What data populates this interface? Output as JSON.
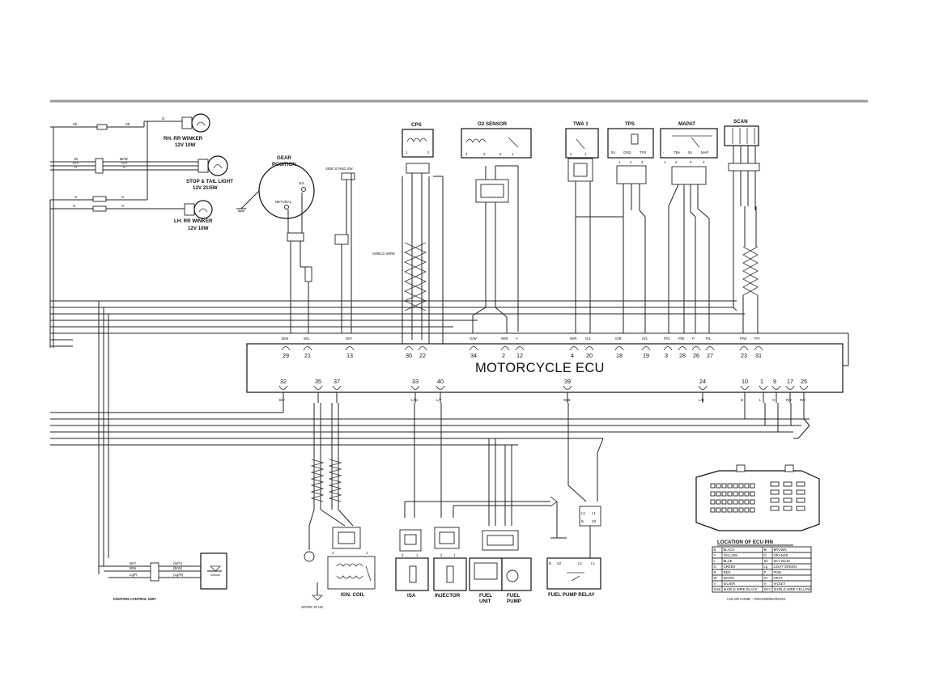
{
  "diagram": {
    "ecu_title": "MOTORCYCLE ECU",
    "winkers": {
      "rh_title": "RH. RR WINKER",
      "rh_rating": "12V 10W",
      "stop_title": "STOP & TAIL LIGHT",
      "stop_rating": "12V 21/5W",
      "lh_title": "LH. RR WINKER",
      "lh_rating": "12V 10W"
    },
    "gear": {
      "title_line1": "GEAR",
      "title_line2": "POSITION",
      "third": "3rd",
      "neutral": "NETURAL"
    },
    "side_stand": "SIDE STAND SW.",
    "cps": "CPS",
    "o2": "O2 SENSOR",
    "twa": "TWA 1",
    "tps": {
      "title": "TPS",
      "labels": [
        "5V",
        "GND",
        "TPS"
      ],
      "pins": [
        "1",
        "2",
        "3"
      ]
    },
    "mapat": {
      "title": "MAPAT",
      "labels": [
        "-",
        "TBA",
        "5V",
        "MAP"
      ],
      "pins": [
        "1",
        "2",
        "3",
        "4"
      ]
    },
    "scan": "SCAN",
    "shield_wire": "SHIELD WIRE",
    "top_pins": [
      {
        "n": "29",
        "wire": "B/W"
      },
      {
        "n": "21",
        "wire": "W/L"
      },
      {
        "n": "13",
        "wire": "W/Y"
      },
      {
        "n": "30",
        "wire": ""
      },
      {
        "n": "22",
        "wire": ""
      },
      {
        "n": "34",
        "wire": "G/W"
      },
      {
        "n": "2",
        "wire": "W/B"
      },
      {
        "n": "12",
        "wire": "Y"
      },
      {
        "n": "4",
        "wire": "W/R"
      },
      {
        "n": "20",
        "wire": "G/L"
      },
      {
        "n": "18",
        "wire": "G/B"
      },
      {
        "n": "19",
        "wire": "G/L"
      },
      {
        "n": "3",
        "wire": "P/G"
      },
      {
        "n": "28",
        "wire": "P/B"
      },
      {
        "n": "26",
        "wire": "P"
      },
      {
        "n": "27",
        "wire": "P/L"
      },
      {
        "n": "23",
        "wire": "P/W"
      },
      {
        "n": "31",
        "wire": "P/Y"
      }
    ],
    "bottom_pins": [
      {
        "n": "32",
        "wire": "B/Y"
      },
      {
        "n": "35",
        "wire": ""
      },
      {
        "n": "37",
        "wire": ""
      },
      {
        "n": "33",
        "wire": "L/Gr"
      },
      {
        "n": "40",
        "wire": "L/Y"
      },
      {
        "n": "39",
        "wire": "W/B"
      },
      {
        "n": "24",
        "wire": "L/B"
      },
      {
        "n": "10",
        "wire": "B"
      },
      {
        "n": "1",
        "wire": "L"
      },
      {
        "n": "9",
        "wire": "G"
      },
      {
        "n": "17",
        "wire": "R/Y"
      },
      {
        "n": "25",
        "wire": "R/Y"
      }
    ],
    "ignition_unit": "IGNITION CONTROL UNIT",
    "ign_coil": "IGN. COIL",
    "spark_plug": "SPARK PLUG",
    "isa": "ISA",
    "injector": "INJECTOR",
    "fuel_unit_1": "FUEL",
    "fuel_unit_2": "UNIT",
    "fuel_pump_1": "FUEL",
    "fuel_pump_2": "PUMP",
    "fuel_pump_relay": "FUEL PUMP RELAY",
    "relay_pins": [
      "L2",
      "L1",
      "B",
      "S2"
    ],
    "ecu_pin_location": "LOCATION OF ECU PIN",
    "color_table": [
      [
        "B",
        "BLACK",
        "Br",
        "BROWN"
      ],
      [
        "Y",
        "YELLOW",
        "O",
        "ORANGE"
      ],
      [
        "L",
        "BLUE",
        "Sb",
        "SKY BLUE"
      ],
      [
        "G",
        "GREEN",
        "Lg",
        "LIGHT GREEN"
      ],
      [
        "R",
        "RED",
        "P",
        "PINK"
      ],
      [
        "W",
        "WHITE",
        "Gr",
        "GRAY"
      ],
      [
        "V",
        "SILVER",
        "V",
        "VIOLET"
      ],
      [
        "SHB",
        "SHIELD WIRE BLACK",
        "SHY",
        "SHIELD WIRE YELLOW"
      ]
    ],
    "color_note": "COLOR COMB. : GROUND/MARKING",
    "ign_wires": [
      "W/Y",
      "B/W",
      "Lg/R"
    ],
    "ign_wires_paren": [
      "(W/Y)",
      "(B/W)",
      "(Lg/R)"
    ]
  }
}
